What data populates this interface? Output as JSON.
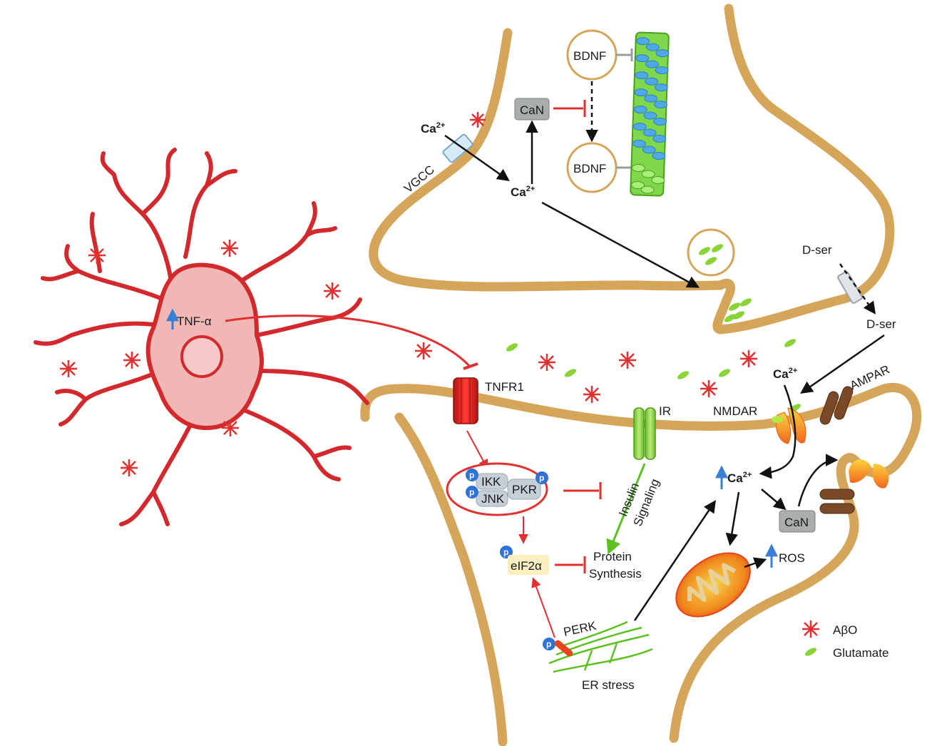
{
  "colors": {
    "membrane": "#d5a55a",
    "astrocyte": "#d3282c",
    "astrocyte_fill": "#f0b7b4",
    "inhibit": "#e03030",
    "arrow": "#111111",
    "glutamate": "#8ad43a",
    "increase_arrow": "#3a7fd6"
  },
  "labels": {
    "tnf": "TNF-α",
    "vgcc": "VGCC",
    "ca_top1": "Ca",
    "ca_top2": "Ca",
    "ca_sup": "2+",
    "can_top": "CaN",
    "bdnf_top": "BDNF",
    "bdnf_bottom": "BDNF",
    "dser_top": "D-ser",
    "dser_bottom": "D-ser",
    "tnfr1": "TNFR1",
    "ir": "IR",
    "nmdar": "NMDAR",
    "ampar": "AMPAR",
    "ca_post_in": "Ca",
    "ca_post": "Ca",
    "ikk": "IKK",
    "jnk": "JNK",
    "pkr": "PKR",
    "p": "p",
    "eif2a": "eIF2α",
    "insulin": "Insulin",
    "signaling": "Signaling",
    "protein": "Protein",
    "synthesis": "Synthesis",
    "can_post": "CaN",
    "ros": "ROS",
    "perk": "PERK",
    "er_stress": "ER stress"
  },
  "legend": {
    "abo": "AβO",
    "glutamate": "Glutamate"
  }
}
